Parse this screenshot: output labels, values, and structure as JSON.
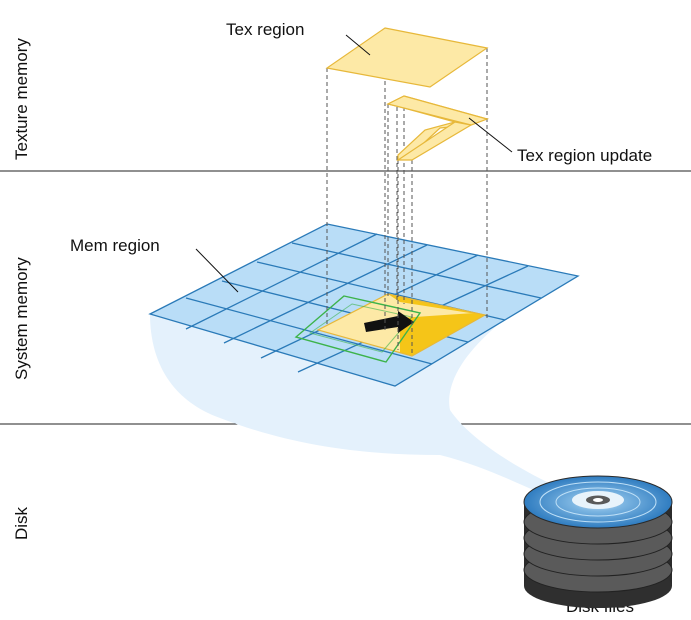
{
  "sections": {
    "texture": "Texture memory",
    "system": "System memory",
    "disk": "Disk"
  },
  "labels": {
    "tex_region": "Tex region",
    "tex_region_update": "Tex region update",
    "mem_region": "Mem region",
    "disk_files": "Disk files"
  },
  "colors": {
    "grid_fill": "#b6dcf6",
    "grid_line": "#2a7ab8",
    "tex_fill": "#fde9a6",
    "tex_stroke": "#e7b83a",
    "update_fill": "#f5c518",
    "window_stroke": "#3cb34a",
    "shadow": "#e3f1fc",
    "disk_dark": "#4a4a4a",
    "disk_top": "#3b87c9"
  },
  "icons": {
    "disk": "disk-stack-icon",
    "arrow": "move-arrow-icon"
  }
}
